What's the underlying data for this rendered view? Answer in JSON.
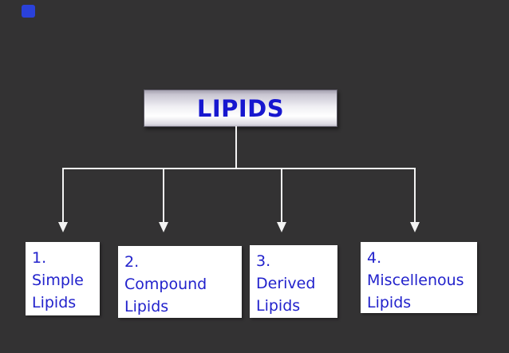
{
  "slide": {
    "background_color": "#333233",
    "text_color_blue": "#1c1ccd",
    "line_color": "#f3f3f3",
    "decoration": {
      "shape": "blue-square",
      "color": "#2a41da"
    }
  },
  "diagram": {
    "root": {
      "label": "LIPIDS"
    },
    "children": [
      {
        "number": "1.",
        "name": "Simple",
        "type_word": "Lipids"
      },
      {
        "number": "2.",
        "name": "Compound",
        "type_word": "Lipids"
      },
      {
        "number": "3.",
        "name": "Derived",
        "type_word": "Lipids"
      },
      {
        "number": "4.",
        "name": "Miscellenous",
        "type_word": "Lipids"
      }
    ]
  }
}
